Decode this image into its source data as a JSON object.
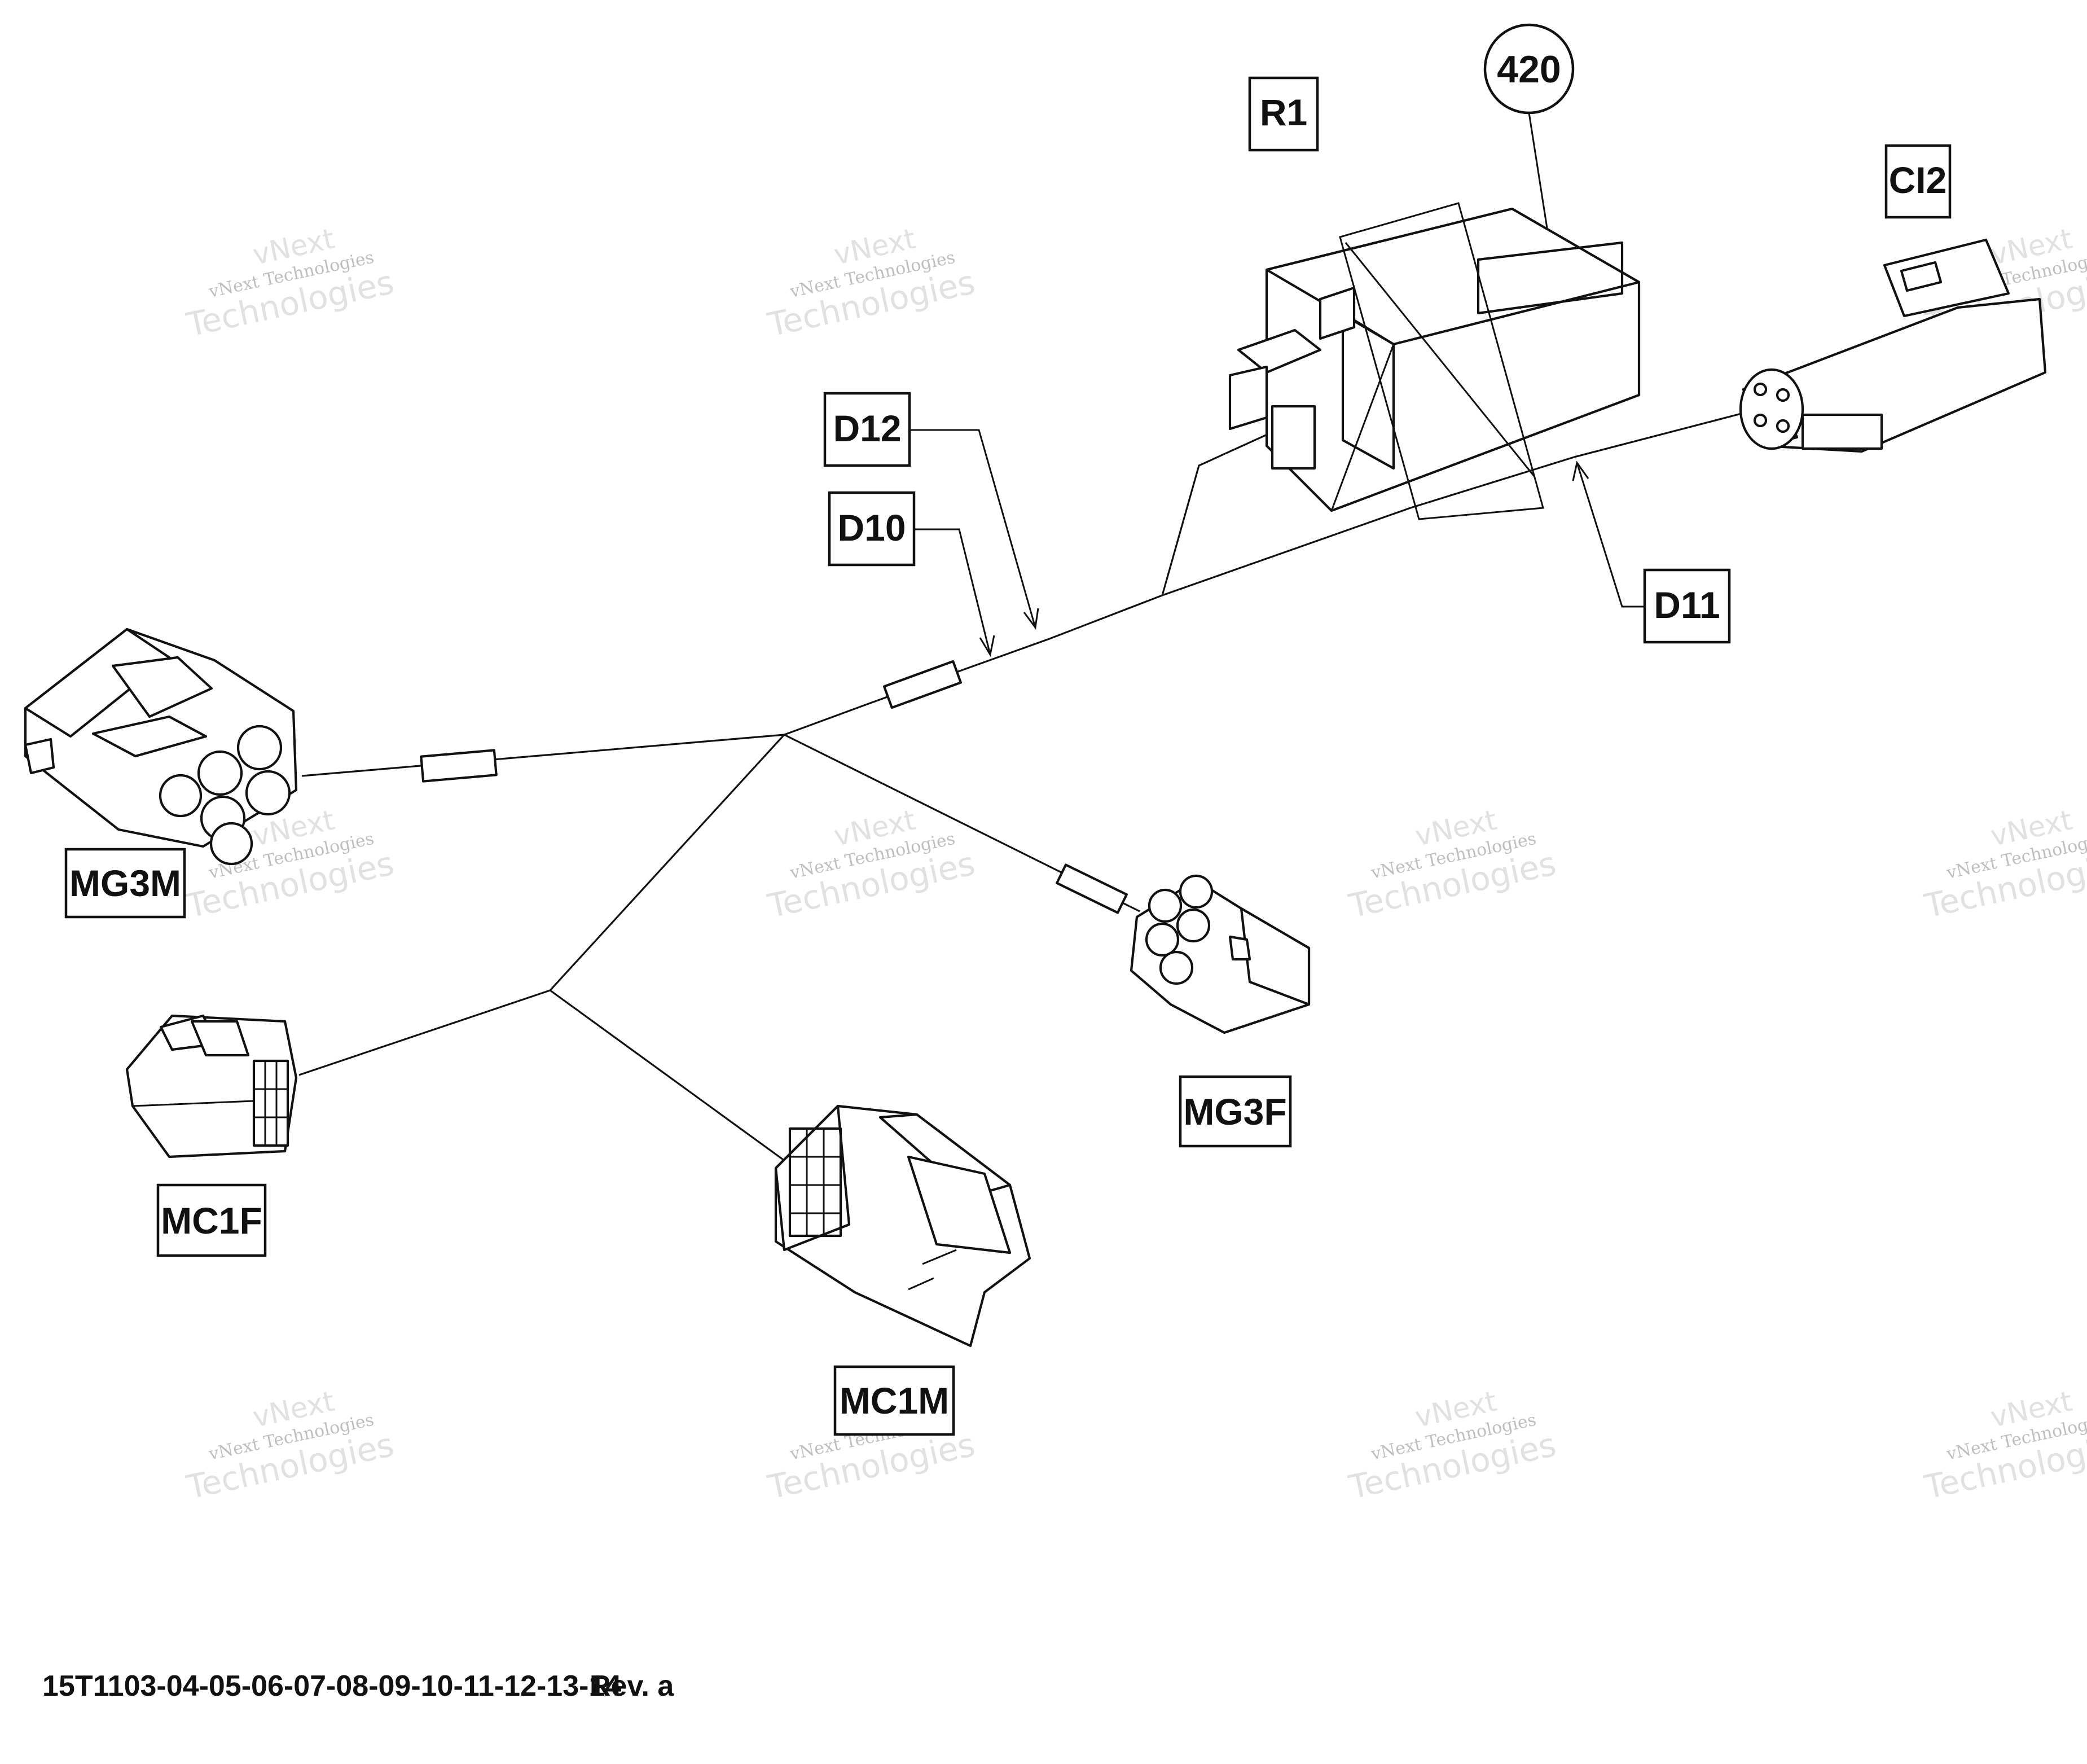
{
  "labels": {
    "r1": "R1",
    "callout_420": "420",
    "ci2": "CI2",
    "d12": "D12",
    "d10": "D10",
    "d11": "D11",
    "mg3m": "MG3M",
    "mg3f": "MG3F",
    "mc1f": "MC1F",
    "mc1m": "MC1M"
  },
  "watermark": {
    "line1": "vNext",
    "line2": "vNext Technologies",
    "line3": "Technologies"
  },
  "footer": {
    "part_numbers": "15T1103-04-05-06-07-08-09-10-11-12-13-14",
    "revision": "Rev. a"
  }
}
